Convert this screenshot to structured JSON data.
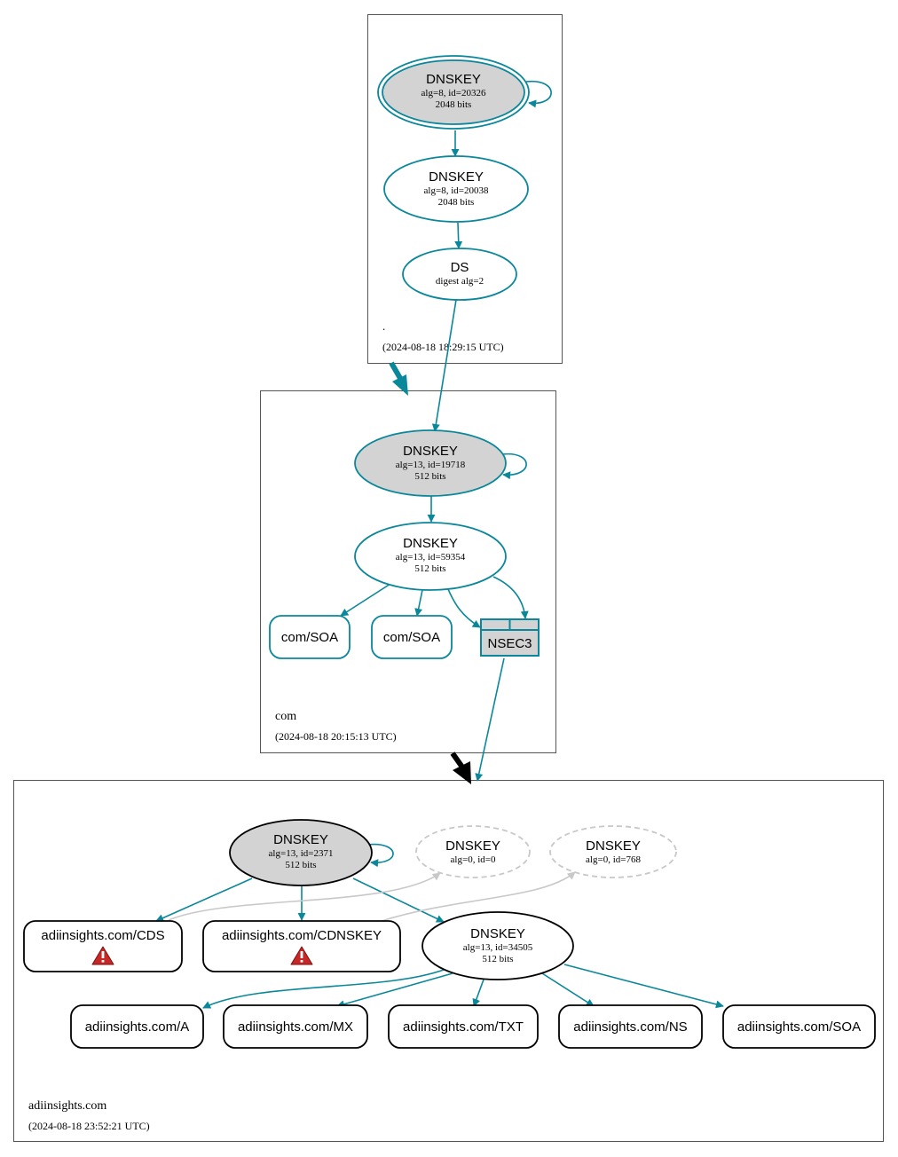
{
  "colors": {
    "edge": "#0a879a",
    "key_fill": "#d3d3d3",
    "box_stroke": "#000000",
    "dashed": "#c8c8c8",
    "warning": "#c62828"
  },
  "zones": {
    "root": {
      "name": ".",
      "timestamp": "(2024-08-18 18:29:15 UTC)"
    },
    "com": {
      "name": "com",
      "timestamp": "(2024-08-18 20:15:13 UTC)"
    },
    "domain": {
      "name": "adiinsights.com",
      "timestamp": "(2024-08-18 23:52:21 UTC)"
    }
  },
  "nodes": {
    "root_ksk": {
      "title": "DNSKEY",
      "detail": "alg=8, id=20326",
      "bits": "2048 bits"
    },
    "root_zsk": {
      "title": "DNSKEY",
      "detail": "alg=8, id=20038",
      "bits": "2048 bits"
    },
    "root_ds": {
      "title": "DS",
      "detail": "digest alg=2"
    },
    "com_ksk": {
      "title": "DNSKEY",
      "detail": "alg=13, id=19718",
      "bits": "512 bits"
    },
    "com_zsk": {
      "title": "DNSKEY",
      "detail": "alg=13, id=59354",
      "bits": "512 bits"
    },
    "com_soa_1": {
      "label": "com/SOA"
    },
    "com_soa_2": {
      "label": "com/SOA"
    },
    "com_nsec3": {
      "label": "NSEC3"
    },
    "dom_ksk": {
      "title": "DNSKEY",
      "detail": "alg=13, id=2371",
      "bits": "512 bits"
    },
    "dom_key0": {
      "title": "DNSKEY",
      "detail": "alg=0, id=0"
    },
    "dom_key768": {
      "title": "DNSKEY",
      "detail": "alg=0, id=768"
    },
    "dom_zsk": {
      "title": "DNSKEY",
      "detail": "alg=13, id=34505",
      "bits": "512 bits"
    },
    "dom_cds": {
      "label": "adiinsights.com/CDS"
    },
    "dom_cdnskey": {
      "label": "adiinsights.com/CDNSKEY"
    },
    "dom_a": {
      "label": "adiinsights.com/A"
    },
    "dom_mx": {
      "label": "adiinsights.com/MX"
    },
    "dom_txt": {
      "label": "adiinsights.com/TXT"
    },
    "dom_ns": {
      "label": "adiinsights.com/NS"
    },
    "dom_soa": {
      "label": "adiinsights.com/SOA"
    }
  }
}
